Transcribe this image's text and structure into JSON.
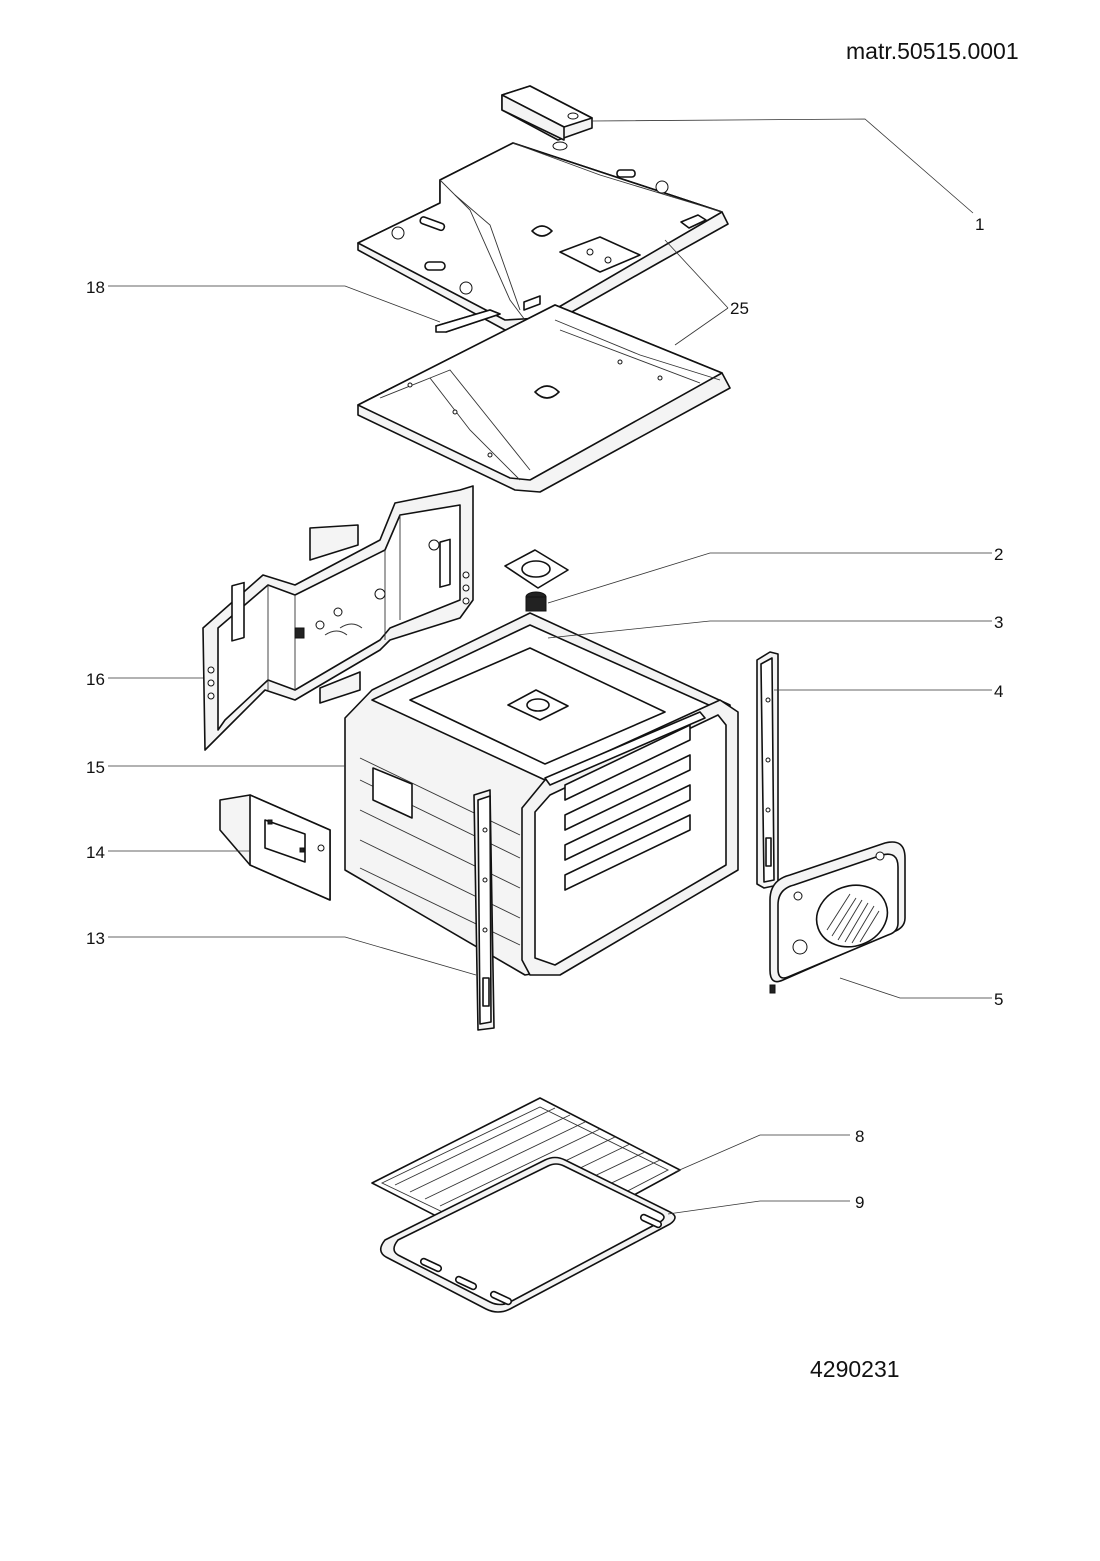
{
  "document": {
    "reference": "matr.50515.0001",
    "code": "4290231"
  },
  "callouts": [
    {
      "id": "1",
      "label": "1",
      "part": "top-cover-box"
    },
    {
      "id": "2",
      "label": "2",
      "part": "gasket-plate"
    },
    {
      "id": "3",
      "label": "3",
      "part": "lamp-holder"
    },
    {
      "id": "4",
      "label": "4",
      "part": "right-rail"
    },
    {
      "id": "5",
      "label": "5",
      "part": "rear-fan-cover"
    },
    {
      "id": "8",
      "label": "8",
      "part": "wire-shelf"
    },
    {
      "id": "9",
      "label": "9",
      "part": "baking-tray"
    },
    {
      "id": "13",
      "label": "13",
      "part": "left-rail"
    },
    {
      "id": "14",
      "label": "14",
      "part": "side-bracket"
    },
    {
      "id": "15",
      "label": "15",
      "part": "oven-cavity"
    },
    {
      "id": "16",
      "label": "16",
      "part": "left-side-insulation-panel"
    },
    {
      "id": "18",
      "label": "18",
      "part": "front-strip"
    },
    {
      "id": "25",
      "label": "25",
      "part": "top-panels"
    }
  ]
}
